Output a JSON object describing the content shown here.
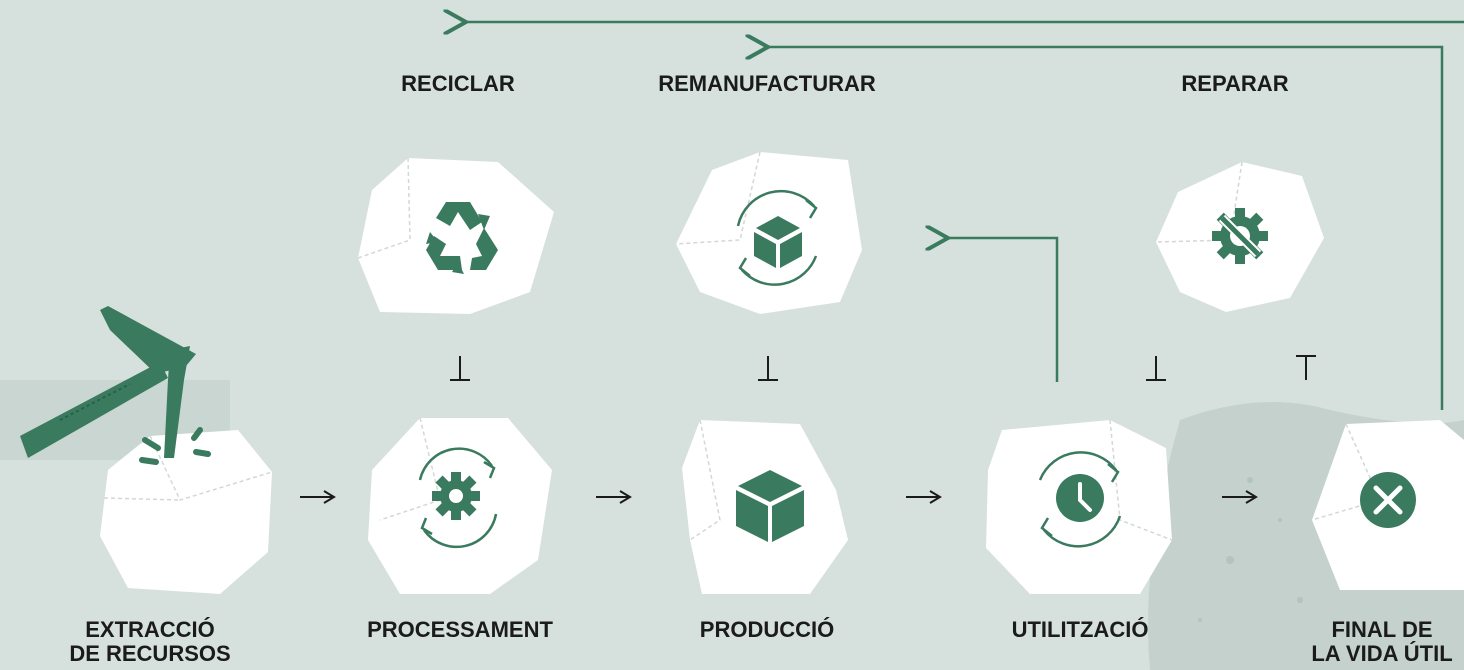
{
  "loops": {
    "recycle": "RECICLAR",
    "remanufacture": "REMANUFACTURAR",
    "repair": "REPARAR"
  },
  "stages": {
    "extraction": {
      "line1": "EXTRACCIÓ",
      "line2": "DE RECURSOS"
    },
    "processing": "PROCESSAMENT",
    "production": "PRODUCCIÓ",
    "use": "UTILITZACIÓ",
    "end_of_life": {
      "line1": "FINAL DE",
      "line2": "LA VIDA ÚTIL"
    }
  },
  "colors": {
    "background": "#d6e1dd",
    "accent": "#3a7a5e",
    "rock": "#ffffff",
    "text": "#1b1b1b"
  }
}
